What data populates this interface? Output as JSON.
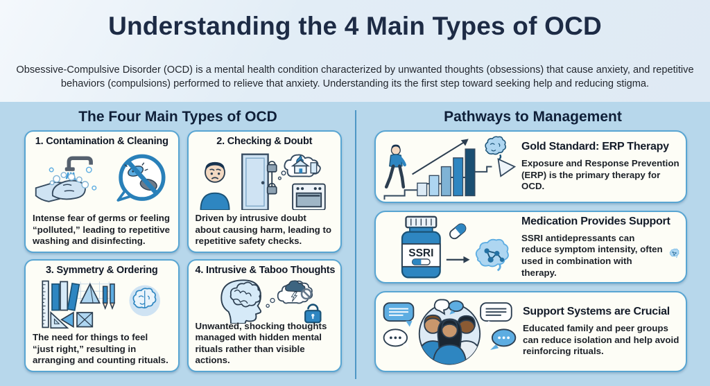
{
  "header": {
    "title": "Understanding the 4 Main Types of OCD",
    "subtitle": "Obsessive-Compulsive Disorder (OCD) is a mental health condition characterized by unwanted thoughts (obsessions) that cause anxiety, and repetitive behaviors (compulsions) performed to relieve that anxiety. Understanding its the first step toward seeking help and reducing stigma."
  },
  "left_section": {
    "heading": "The Four Main Types of OCD",
    "cards": [
      {
        "title": "1. Contamination & Cleaning",
        "description": "Intense fear of germs or feeling “polluted,” leading to repetitive washing and disinfecting.",
        "icon": "handwashing-no-germs-icon"
      },
      {
        "title": "2. Checking & Doubt",
        "description": "Driven by intrusive doubt about causing harm, leading to repetitive safety checks.",
        "icon": "worried-person-locked-door-stove-icon"
      },
      {
        "title": "3. Symmetry & Ordering",
        "description": "The need for things to feel “just right,” resulting in arranging and counting rituals.",
        "icon": "ordered-objects-brain-icon"
      },
      {
        "title": "4. Intrusive & Taboo Thoughts",
        "description": "Unwanted, shocking thoughts managed with hidden mental rituals rather than visible actions.",
        "icon": "tangled-thoughts-storm-lock-icon"
      }
    ]
  },
  "right_section": {
    "heading": "Pathways to Management",
    "cards": [
      {
        "title": "Gold Standard: ERP Therapy",
        "description": "Exposure and Response Prevention (ERP) is the primary therapy for OCD.",
        "icon": "person-climbing-chart-brain-icon"
      },
      {
        "title": "Medication Provides Support",
        "description": "SSRI antidepressants can reduce symptom intensity, often used in combination with therapy.",
        "icon": "ssri-bottle-pill-brain-icon",
        "bottle_label": "SSRI"
      },
      {
        "title": "Support Systems are Crucial",
        "description": "Educated family and peer groups can reduce isolation and help avoid reinforcing rituals.",
        "icon": "support-group-speech-bubbles-icon"
      }
    ]
  },
  "colors": {
    "accent_blue": "#2e86c1",
    "dark_navy": "#1d2b45",
    "top_background": "#e2edf6",
    "panel_background": "#b7d7eb",
    "card_background": "#fdfdf6",
    "card_border": "#58a5d2"
  }
}
